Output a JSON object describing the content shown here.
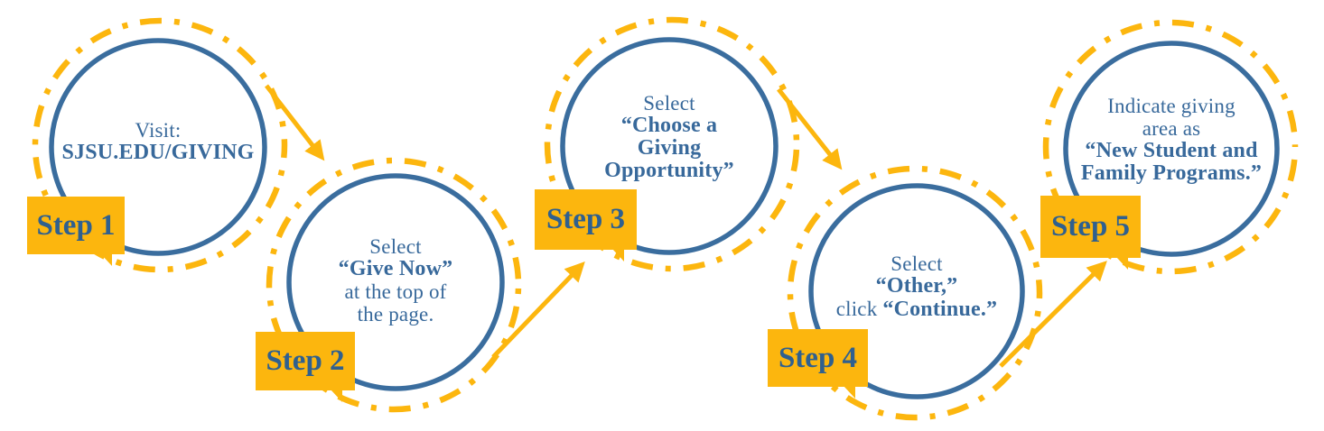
{
  "colors": {
    "gold": "#FCB60E",
    "circle_blue": "#3A6D9E",
    "text_blue": "#38699B",
    "badge_text_blue": "#2F608F",
    "background": "#FFFFFF"
  },
  "steps": [
    {
      "badge_label": "Step 1",
      "lines": [
        "Visit:",
        "SJSU.EDU/GIVING"
      ]
    },
    {
      "badge_label": "Step 2",
      "lines": [
        "Select",
        "“Give Now”",
        "at the top of",
        "the page."
      ]
    },
    {
      "badge_label": "Step 3",
      "lines": [
        "Select",
        "“Choose a",
        "Giving",
        "Opportunity”"
      ]
    },
    {
      "badge_label": "Step 4",
      "lines": [
        "Select",
        "“Other,”",
        "click",
        "“Continue.”"
      ]
    },
    {
      "badge_label": "Step 5",
      "lines": [
        "Indicate giving",
        "area as",
        "“New Student and",
        "Family Programs.”"
      ]
    }
  ]
}
